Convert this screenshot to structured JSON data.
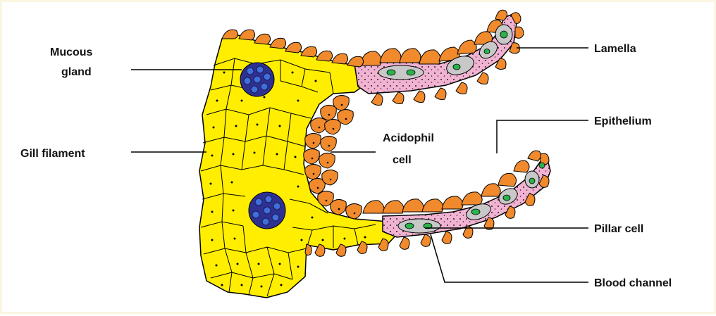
{
  "labels": {
    "mucous_gland_line1": "Mucous",
    "mucous_gland_line2": "gland",
    "gill_filament": "Gill filament",
    "acidophil_line1": "Acidophil",
    "acidophil_line2": "cell",
    "lamella": "Lamella",
    "epithelium": "Epithelium",
    "pillar_cell": "Pillar cell",
    "blood_channel": "Blood channel"
  },
  "colors": {
    "filament": "#ffee00",
    "epithelium_cells": "#f08a2c",
    "lamella_core": "#f2b3d3",
    "pillar_cells": "#c8c8c8",
    "nuclei": "#2bb24c",
    "mucous_gland": "#2e3192",
    "gland_nuclei": "#3f6fd9",
    "outline": "#000000"
  }
}
